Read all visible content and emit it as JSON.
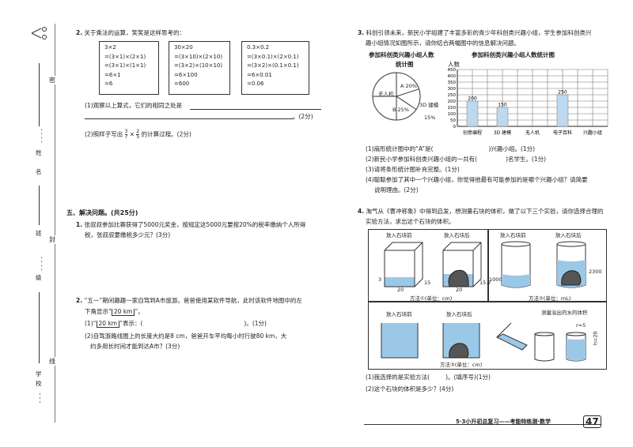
{
  "margin": {
    "chars": [
      "姓",
      "名",
      "班",
      "级",
      "学",
      "校"
    ],
    "dashes": [
      "- - - -",
      "- - - -",
      "- - -"
    ],
    "cut_marks": [
      "密",
      "封",
      "线"
    ]
  },
  "left": {
    "q2": {
      "num": "2.",
      "text": "关于乘法的运算，笑笑是这样思考的：",
      "boxes": [
        [
          "3×2",
          "=(3×1)×(2×1)",
          "=(3×1)×(1×1)",
          "=6×1",
          "=6"
        ],
        [
          "30×20",
          "=(3×10)×(2×10)",
          "=(3×2)×(10×10)",
          "=6×100",
          "=600"
        ],
        [
          "0.3×0.2",
          "=(3×0.1)×(2×0.1)",
          "=(3×2)×(0.1×0.1)",
          "=6×0.01",
          "=0.06"
        ]
      ],
      "sub1": "(1)观察以上算式，它们的相同之处是",
      "sub1_end": "。(2分)",
      "sub2_pre": "(2)照样子写出",
      "sub2_f1n": "3",
      "sub2_f1d": "7",
      "sub2_times": "×",
      "sub2_f2n": "2",
      "sub2_f2d": "5",
      "sub2_post": "的计算过程。(2分)"
    },
    "section5": {
      "title": "五、解决问题。(共25分)",
      "q1_num": "1.",
      "q1_line1": "张叔叔参加比赛获得了5000元奖金，按规定这5000元要按20%的税率缴纳个人所得",
      "q1_line2": "税，张叔叔要缴税多少元？(3分)",
      "q2_num": "2.",
      "q2_line1": "“五一”期间趣趣一家自驾到A市旅游。爸爸使用某软件导航，此时该软件地图中的左",
      "q2_line2": "下角显示“",
      "q2_scale": "20 km",
      "q2_line2_end": "”。",
      "q2_sub1_pre": "(1)“",
      "q2_sub1_scale": "20 km",
      "q2_sub1_mid": "”表示：(",
      "q2_sub1_end": ")。(1分)",
      "q2_sub2_line1": "(2)自驾游路线图上的长度大约是8 cm，爸爸开车平均每小时行驶80 km，大",
      "q2_sub2_line2": "约多用长时间才能到达A市？(3分)"
    }
  },
  "right": {
    "q3": {
      "num": "3.",
      "line1": "科创引领未来，新民小学组建了丰富多彩的青少年科创类兴趣小组，学生参加科创类兴",
      "line2": "趣小组情况如图所示，请你结合两幅图中的信息解决问题。",
      "pie_title1": "参加科创类兴趣小组人数",
      "pie_title2": "统计图",
      "pie_labels": [
        "A 20%",
        "无人机",
        "B 25%",
        "3D 建模",
        "15%"
      ],
      "bar_title": "参加科创类兴趣小组人数统计图",
      "bar_ylabel": "人数",
      "sub1": "(1)扇形统计图中的“A”是(",
      "sub1_end": ")兴趣小组。(1分)",
      "sub2": "(2)新民小学参加科创类兴趣小组的一共有(",
      "sub2_end": ")名学生。(1分)",
      "sub3": "(3)请将条形统计图补充完整。(1分)",
      "sub4_line1": "(4)聪聪参加了其中一个兴趣小组，你觉得他最有可能参加的是哪个兴趣小组？请简要",
      "sub4_line2": "说明理由。(2分)"
    },
    "q4": {
      "num": "4.",
      "line1": "淘气从《曹冲称象》中得到启发，想测量石块的体积，做了以下三个实验，请你选择合理的",
      "line2": "实验方法，求出这个石块的体积。",
      "m1_before": "放入石块前",
      "m1_after": "放入石块后",
      "m1_dims": [
        "20",
        "15",
        "3",
        "20",
        "15.7"
      ],
      "m1_caption": "方法①(单位：cm)",
      "m2_before": "放入石块前",
      "m2_after": "放入石块后",
      "m2_vals": [
        "1000",
        "2300"
      ],
      "m2_caption": "方法②(单位：mL)",
      "m3_before": "放入石块前",
      "m3_after": "放入石块后",
      "m3_measure": "测量溢出的水的体积",
      "m3_r": "r=5",
      "m3_h": "h=20",
      "m3_caption": "方法③(单位：cm)",
      "sub1": "(1)我选择的是实验方法(",
      "sub1_end": ")。(填序号)(1分)",
      "sub2": "(2)这个石块的体积是多少？(4分)"
    }
  },
  "chart_data": {
    "type": "bar",
    "title": "参加科创类兴趣小组人数统计图",
    "ylabel": "人数",
    "xlabel": "",
    "categories": [
      "创意编程",
      "3D 建模",
      "无人机",
      "电子百科",
      "兴趣小组"
    ],
    "values": [
      200,
      150,
      null,
      250
    ],
    "ylim": [
      0,
      450
    ],
    "yticks": [
      0,
      50,
      100,
      150,
      200,
      250,
      300,
      350,
      400,
      450
    ],
    "grid": true
  },
  "footer": {
    "text": "5·3小升初总复习——考能特练测·数学",
    "page": "47"
  }
}
